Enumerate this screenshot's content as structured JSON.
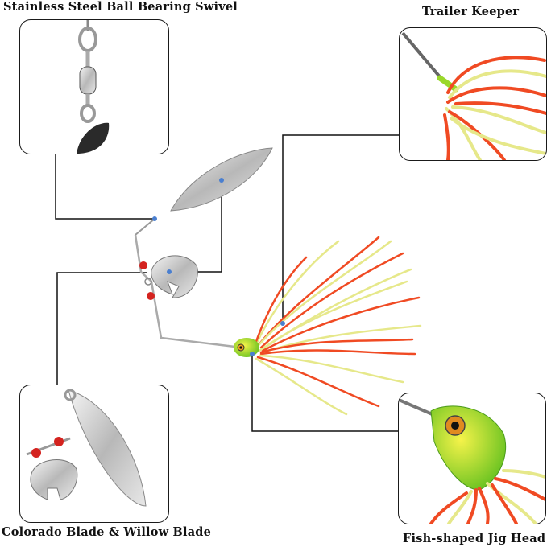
{
  "callouts": {
    "swivel": "Stainless Steel Ball Bearing Swivel",
    "keeper": "Trailer Keeper",
    "blades": "Colorado Blade & Willow Blade",
    "jighead": "Fish-shaped Jig Head"
  },
  "colors": {
    "skirt_orange": "#f04a23",
    "skirt_yellow": "#e6e88a",
    "head_green": "#7fd82a",
    "head_yellow": "#f2f03a",
    "blade_silver": "#c9c9c9",
    "bead_red": "#d4231f",
    "marker_blue": "#4a7fd0"
  }
}
